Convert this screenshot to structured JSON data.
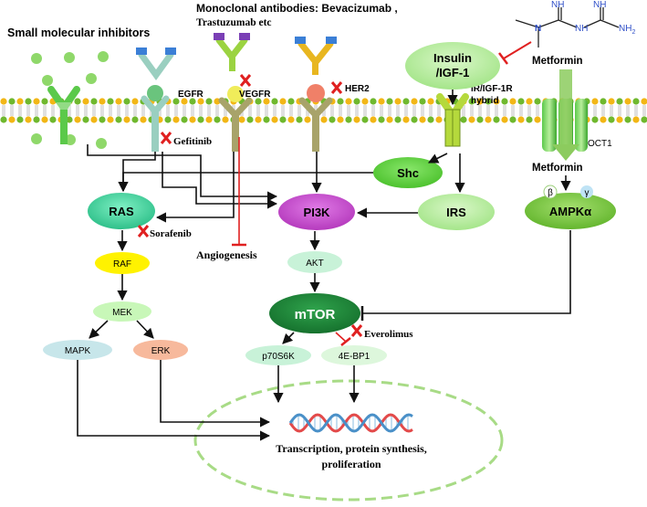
{
  "header": {
    "mab_title": "Monoclonal antibodies: Bevacizumab ,",
    "mab_title2": "Trastuzumab etc",
    "smi_title": "Small molecular inhibitors"
  },
  "receptors": {
    "egfr": "EGFR",
    "vegfr": "VEGFR",
    "her2": "HER2",
    "ir": "IR/IGF-1R",
    "ir2": "hybrid",
    "oct1": "OCT1"
  },
  "drugs": {
    "gefitinib": "Gefitinib",
    "sorafenib": "Sorafenib",
    "everolimus": "Everolimus",
    "metformin_top": "Metformin",
    "metformin_in": "Metformin"
  },
  "metformin_structure": {
    "nh_left": "NH",
    "nh_right": "NH",
    "nh2": "NH",
    "nh2_sub": "2",
    "n": "N"
  },
  "nodes": {
    "insulin_line1": "Insulin",
    "insulin_line2": "/IGF-1",
    "shc": "Shc",
    "irs": "IRS",
    "ras": "RAS",
    "pi3k": "PI3K",
    "raf": "RAF",
    "akt": "AKT",
    "mek": "MEK",
    "mtor": "mTOR",
    "mapk": "MAPK",
    "erk": "ERK",
    "p70s6k": "p70S6K",
    "fourebp1": "4E-BP1",
    "ampk": "AMPKα",
    "beta": "β",
    "gamma": "γ"
  },
  "outcomes": {
    "angiogenesis": "Angiogenesis",
    "transcription1": "Transcription, protein synthesis,",
    "transcription2": "proliferation"
  },
  "colors": {
    "membrane_head": "#F2B616",
    "membrane_head2": "#6FB82E",
    "ras": "#3DCF9A",
    "pi3k": "#C64ACD",
    "mtor": "#1E8C3A",
    "ampk": "#7CCB3E",
    "raf": "#FFF200",
    "inhibit": "#E02020",
    "dna_red": "#E34A4A",
    "dna_blue": "#4A90C8"
  }
}
